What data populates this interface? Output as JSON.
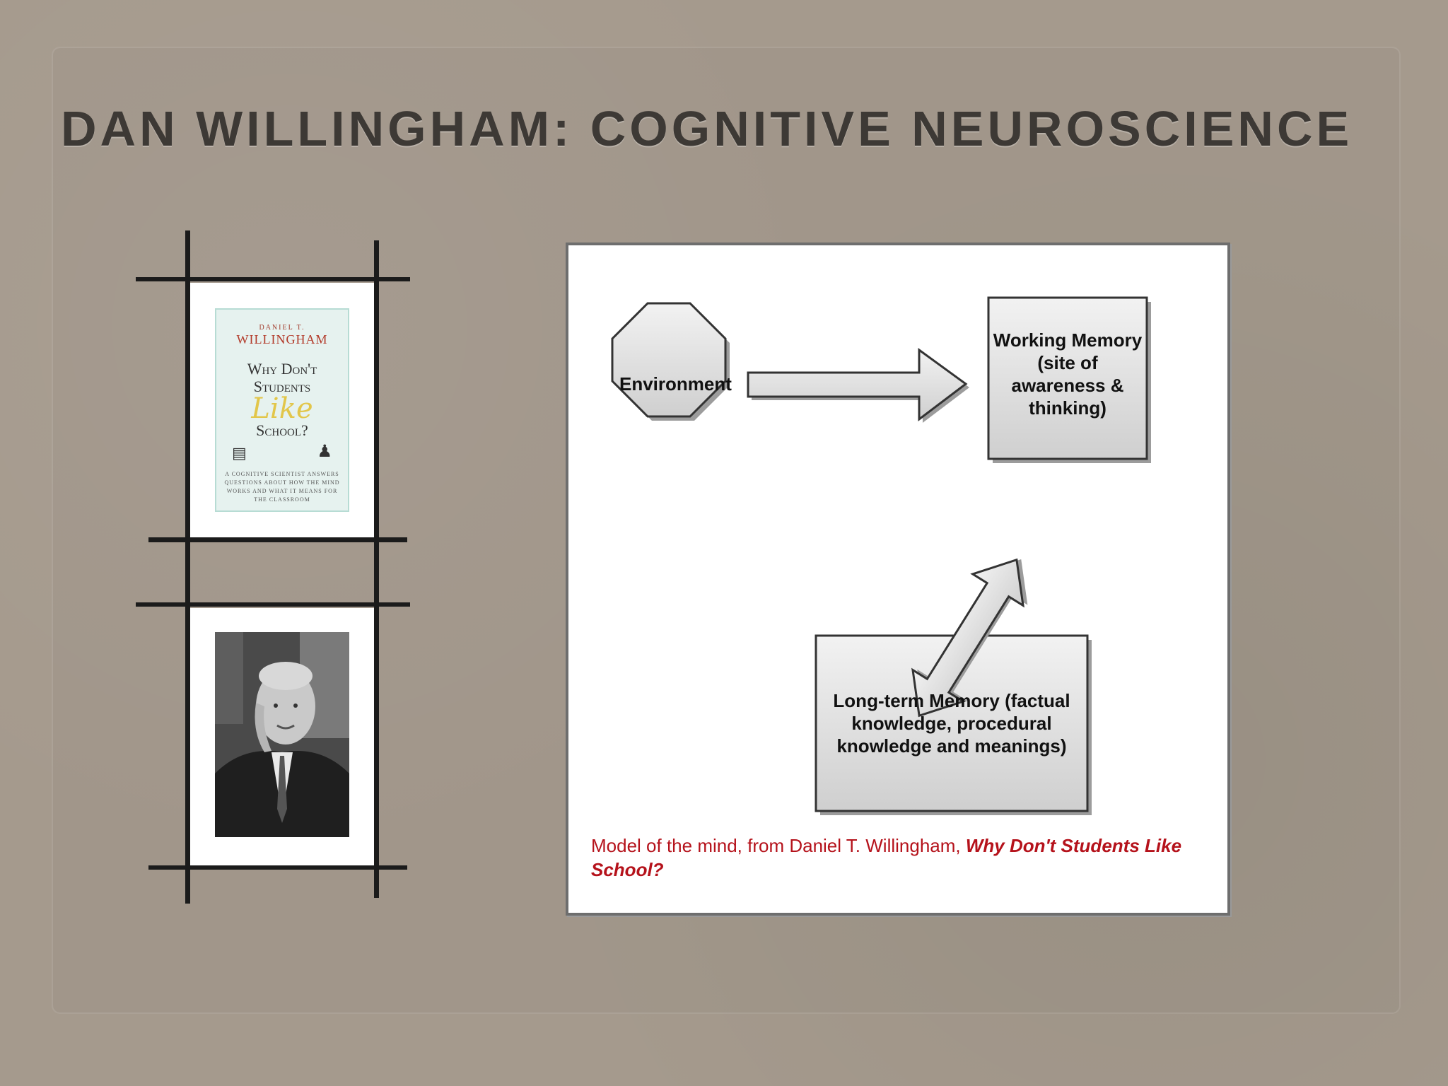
{
  "slide": {
    "title": "DAN WILLINGHAM: COGNITIVE NEUROSCIENCE"
  },
  "book_cover": {
    "author_prefix": "DANIEL T.",
    "author": "WILLINGHAM",
    "title_line1": "Why Don't",
    "title_line2": "Students",
    "title_like": "Like",
    "title_line3": "School?",
    "subtitle": "A COGNITIVE SCIENTIST ANSWERS QUESTIONS ABOUT HOW THE MIND WORKS AND WHAT IT MEANS FOR THE CLASSROOM"
  },
  "diagram": {
    "nodes": {
      "environment": "Environment",
      "working_memory": "Working Memory (site of awareness & thinking)",
      "long_term_memory": "Long-term Memory (factual knowledge, procedural knowledge and meanings)"
    },
    "caption_prefix": "Model of the mind, from Daniel T. Willingham, ",
    "caption_book": "Why Don't Students Like School?"
  }
}
